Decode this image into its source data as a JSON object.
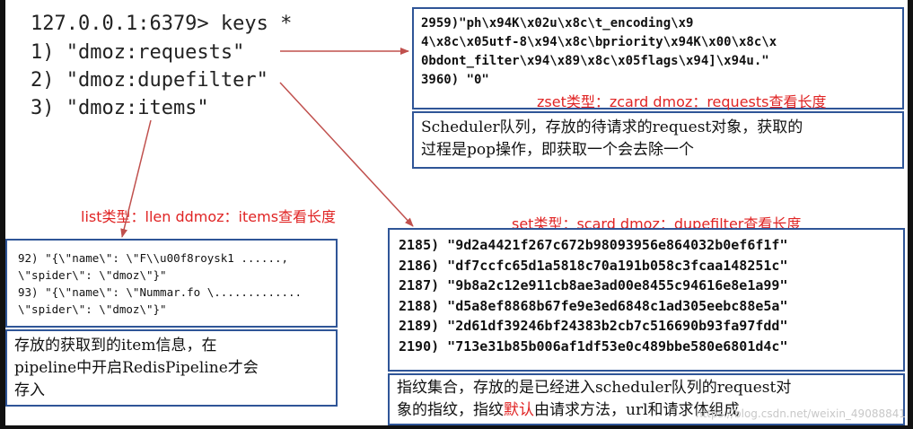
{
  "terminal": {
    "prompt": "127.0.0.1:6379> keys *",
    "keys": [
      "1) \"dmoz:requests\"",
      "2) \"dmoz:dupefilter\"",
      "3) \"dmoz:items\""
    ]
  },
  "zset": {
    "lines": [
      "2959)\"ph\\x94K\\x02u\\x8c\\t_encoding\\x9",
      "4\\x8c\\x05utf-8\\x94\\x8c\\bpriority\\x94K\\x00\\x8c\\x",
      "0bdont_filter\\x94\\x89\\x8c\\x05flags\\x94]\\x94u.\"",
      "3960) \"0\""
    ],
    "label": "zset类型：zcard dmoz：requests查看长度",
    "desc_line1": "Scheduler队列，存放的待请求的request对象，获取的",
    "desc_line2": "过程是pop操作，即获取一个会去除一个"
  },
  "list": {
    "label": "list类型：llen ddmoz：items查看长度",
    "lines": [
      "92) \"{\\\"name\\\": \\\"F\\\\u00f8roysk1 ......,",
      "\\\"spider\\\": \\\"dmoz\\\"}\"",
      "93) \"{\\\"name\\\": \\\"Nummar.fo \\.............",
      "\\\"spider\\\": \\\"dmoz\\\"}\""
    ],
    "desc_line1": "存放的获取到的item信息，在",
    "desc_line2": "pipeline中开启RedisPipeline才会",
    "desc_line3": "存入"
  },
  "set": {
    "label": "set类型：scard dmoz：dupefilter查看长度",
    "lines": [
      "2185) \"9d2a4421f267c672b98093956e864032b0ef6f1f\"",
      "2186) \"df7ccfc65d1a5818c70a191b058c3fcaa148251c\"",
      "2187) \"9b8a2c12e911cb8ae3ad00e8455c94616e8e1a99\"",
      "2188) \"d5a8ef8868b67fe9e3ed6848c1ad305eebc88e5a\"",
      "2189) \"2d61df39246bf24383b2cb7c516690b93fa97fdd\"",
      "2190) \"713e31b85b006af1df53e0c489bbe580e6801d4c\""
    ],
    "desc_line1": "指纹集合，存放的是已经进入scheduler队列的request对",
    "desc_line2_a": "象的指纹，指纹",
    "desc_line2_red": "默认",
    "desc_line2_b": "由请求方法，url和请求体组成"
  },
  "watermark": "https://blog.csdn.net/weixin_49088841",
  "colors": {
    "box_border": "#2f5597",
    "label_red": "#e02424",
    "arrow": "#c0504d"
  }
}
